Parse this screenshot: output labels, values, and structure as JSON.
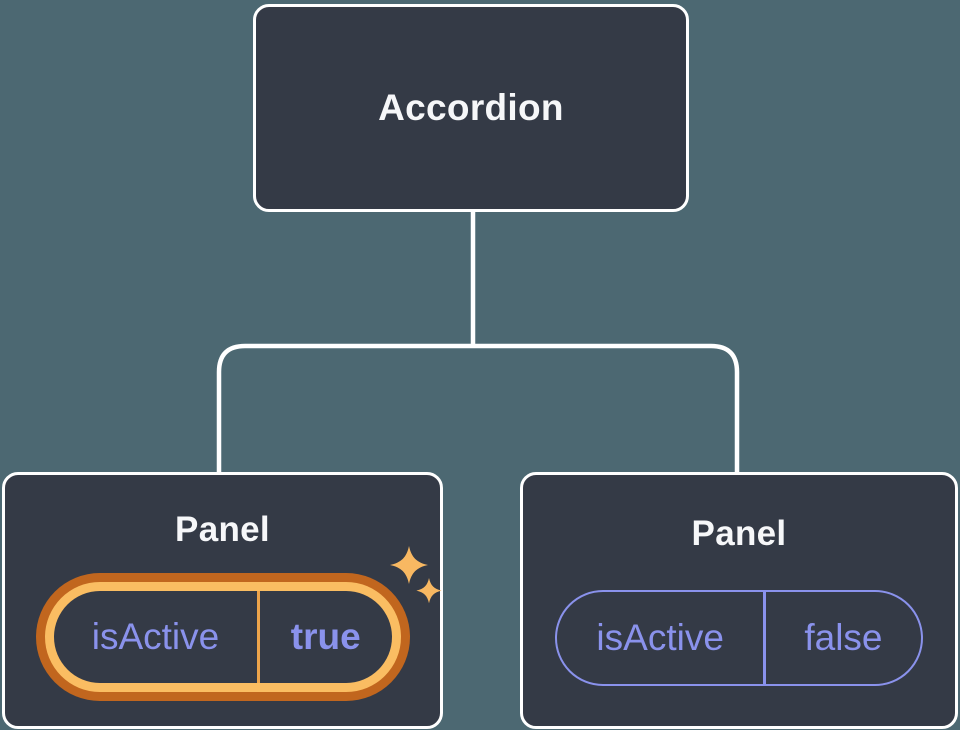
{
  "diagram": {
    "type": "component-tree",
    "colors": {
      "bg": "#4C6872",
      "node_fill": "#343A46",
      "line": "#FFFFFF",
      "text": "#F6F7F9",
      "purple": "#8A92EC",
      "hl_outer": "#C1661E",
      "hl_inner": "#FABD62",
      "hl_divider": "#EDA44B",
      "sparkle": "#F8B862"
    },
    "root": {
      "label": "Accordion"
    },
    "children": [
      {
        "label": "Panel",
        "highlighted": true,
        "state": {
          "key": "isActive",
          "value": "true"
        }
      },
      {
        "label": "Panel",
        "highlighted": false,
        "state": {
          "key": "isActive",
          "value": "false"
        }
      }
    ]
  }
}
